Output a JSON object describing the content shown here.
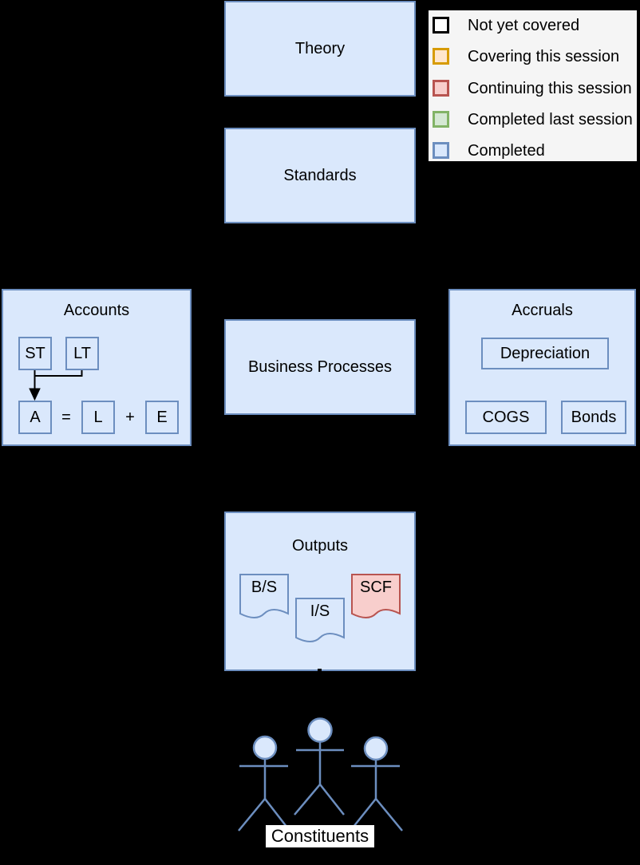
{
  "palette": {
    "background": "#000000",
    "node_fill": "#dae8fc",
    "node_stroke": "#6c8ebf",
    "continuing_fill": "#f8cecc",
    "continuing_stroke": "#b85450",
    "legend_background": "#f5f5f5",
    "connector_color": "#000000",
    "text_color": "#000000"
  },
  "legend": {
    "items": [
      {
        "label": "Not yet covered",
        "fill": "#ffffff",
        "stroke": "#000000",
        "swatch_css": "background:#ffffff;border-color:#000000"
      },
      {
        "label": "Covering this session",
        "fill": "#ffe6cc",
        "stroke": "#d79b00",
        "swatch_css": "background:#ffe6cc;border-color:#d79b00"
      },
      {
        "label": "Continuing this session",
        "fill": "#f8cecc",
        "stroke": "#b85450",
        "swatch_css": "background:#f8cecc;border-color:#b85450"
      },
      {
        "label": "Completed last session",
        "fill": "#d5e8d4",
        "stroke": "#82b366",
        "swatch_css": "background:#d5e8d4;border-color:#82b366"
      },
      {
        "label": "Completed",
        "fill": "#dae8fc",
        "stroke": "#6c8ebf",
        "swatch_css": "background:#dae8fc;border-color:#6c8ebf"
      }
    ]
  },
  "nodes": {
    "theory": {
      "label": "Theory",
      "status": "Completed"
    },
    "standards": {
      "label": "Standards",
      "status": "Completed"
    },
    "business_processes": {
      "label": "Business Processes",
      "status": "Completed"
    },
    "outputs": {
      "label": "Outputs",
      "status": "Completed"
    },
    "accounts": {
      "title": "Accounts",
      "boxes": {
        "st": "ST",
        "lt": "LT",
        "a": "A",
        "l": "L",
        "e": "E"
      },
      "operators": {
        "equals": "=",
        "plus": "+"
      }
    },
    "accruals": {
      "title": "Accruals",
      "depreciation": "Depreciation",
      "cogs": "COGS",
      "bonds": "Bonds"
    },
    "documents": [
      {
        "label": "B/S",
        "status": "Completed",
        "css": "fill:#dae8fc;stroke:#6c8ebf"
      },
      {
        "label": "I/S",
        "status": "Completed",
        "css": "fill:#dae8fc;stroke:#6c8ebf"
      },
      {
        "label": "SCF",
        "status": "Continuing this session",
        "css": "fill:#f8cecc;stroke:#b85450"
      }
    ],
    "constituents": {
      "label": "Constituents"
    }
  }
}
